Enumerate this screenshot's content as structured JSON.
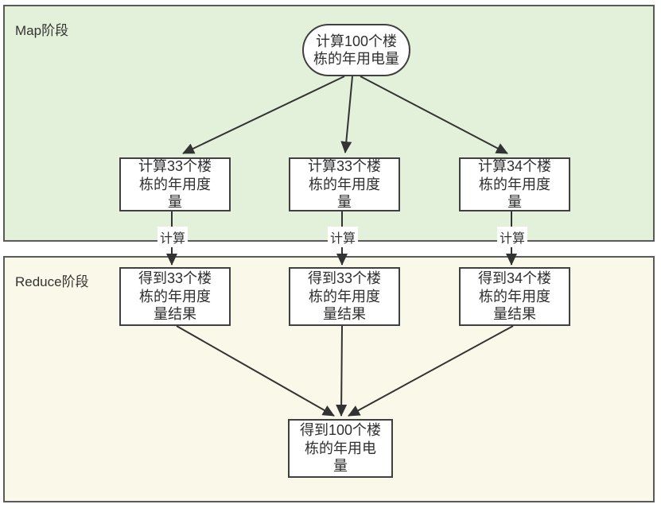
{
  "diagram": {
    "type": "mapreduce-flowchart",
    "map_phase": {
      "label": "Map阶段",
      "root_node": "计算100个楼栋的年用电量",
      "workers": [
        "计算33个楼栋的年用度量",
        "计算33个楼栋的年用度量",
        "计算34个楼栋的年用度量"
      ]
    },
    "edge_labels": [
      "计算",
      "计算",
      "计算"
    ],
    "reduce_phase": {
      "label": "Reduce阶段",
      "workers": [
        "得到33个楼栋的年用度量结果",
        "得到33个楼栋的年用度量结果",
        "得到34个楼栋的年用度量结果"
      ],
      "result_node": "得到100个楼栋的年用电量"
    },
    "colors": {
      "map_section_bg": "#e3f1da",
      "reduce_section_bg": "#faf8e8",
      "section_border": "#5a5a5a",
      "node_bg": "#ffffff",
      "node_border": "#404040",
      "arrow": "#333333",
      "text": "#333333"
    }
  }
}
